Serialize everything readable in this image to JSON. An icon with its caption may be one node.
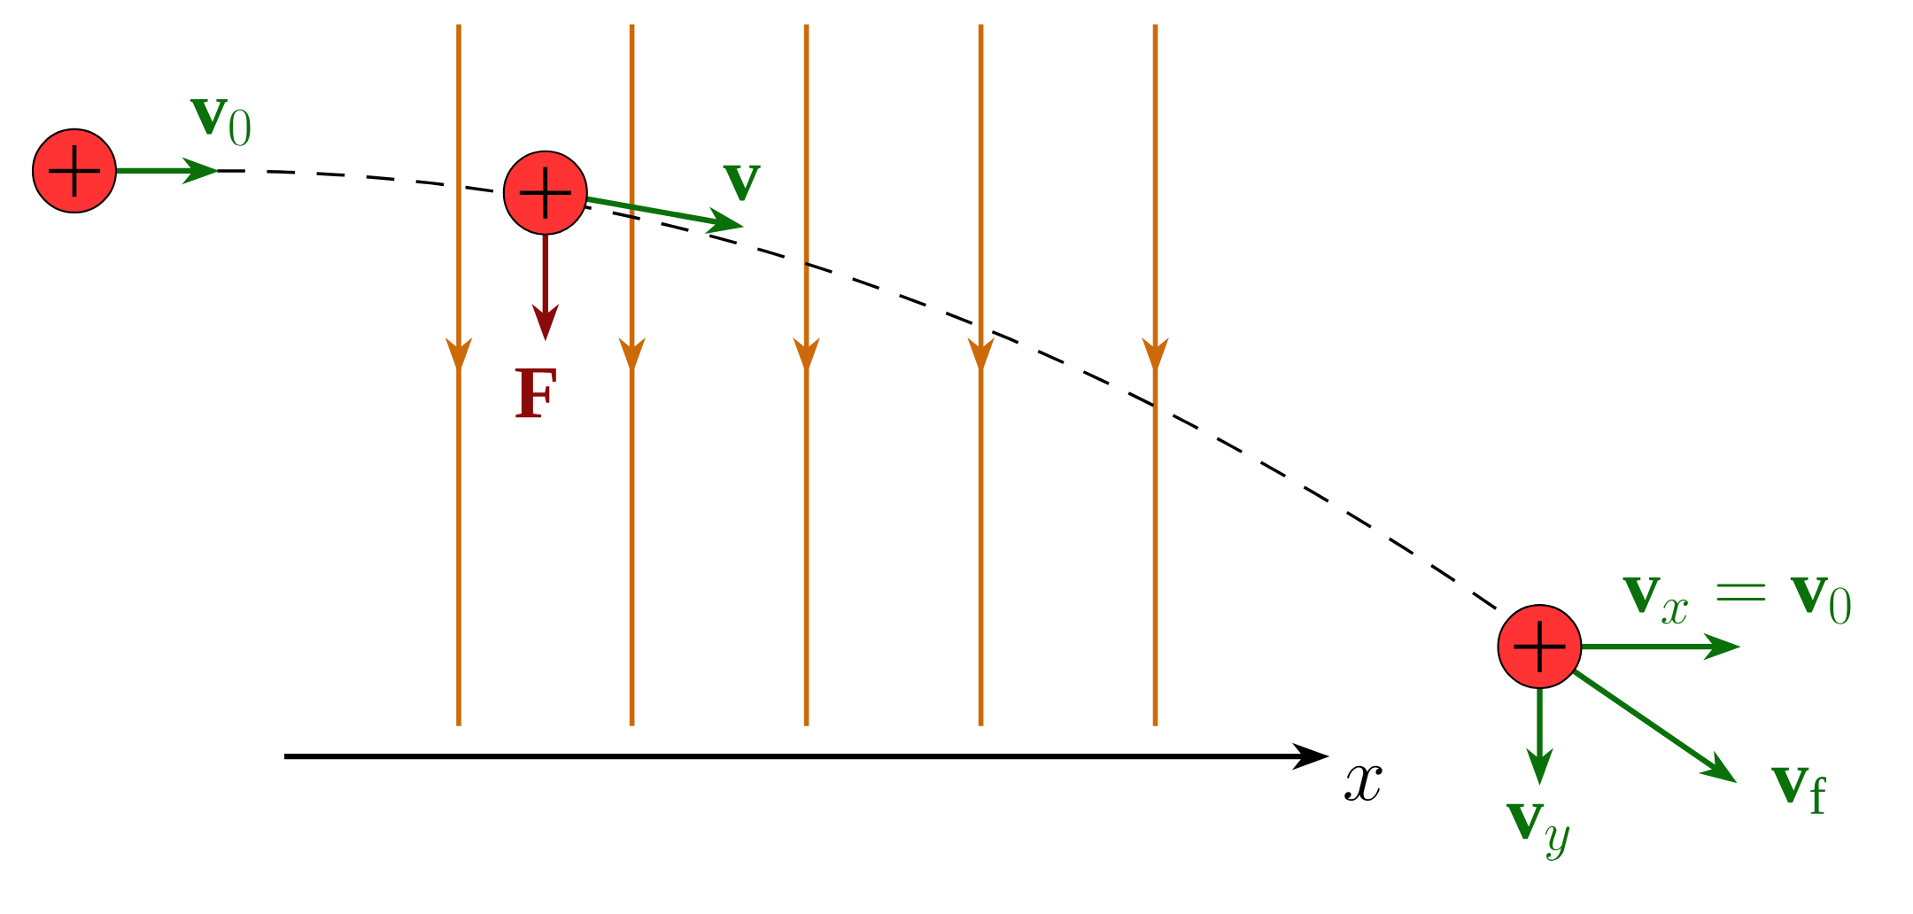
{
  "diagram": {
    "nodes": [
      {
        "text": [],
        "shape": "circle"
      },
      {
        "text": [],
        "shape": "circle"
      },
      {
        "text": [],
        "shape": "circle"
      }
    ],
    "labels": [
      "\\mathbf{v}_0",
      "\\mathbf{v}",
      "\\mathbf{F}",
      "\\mathbf{v}_x = \\mathbf{v}_0",
      "x",
      "\\mathbf{v}_y",
      "\\mathbf{v}_\\mathrm{f}"
    ]
  }
}
